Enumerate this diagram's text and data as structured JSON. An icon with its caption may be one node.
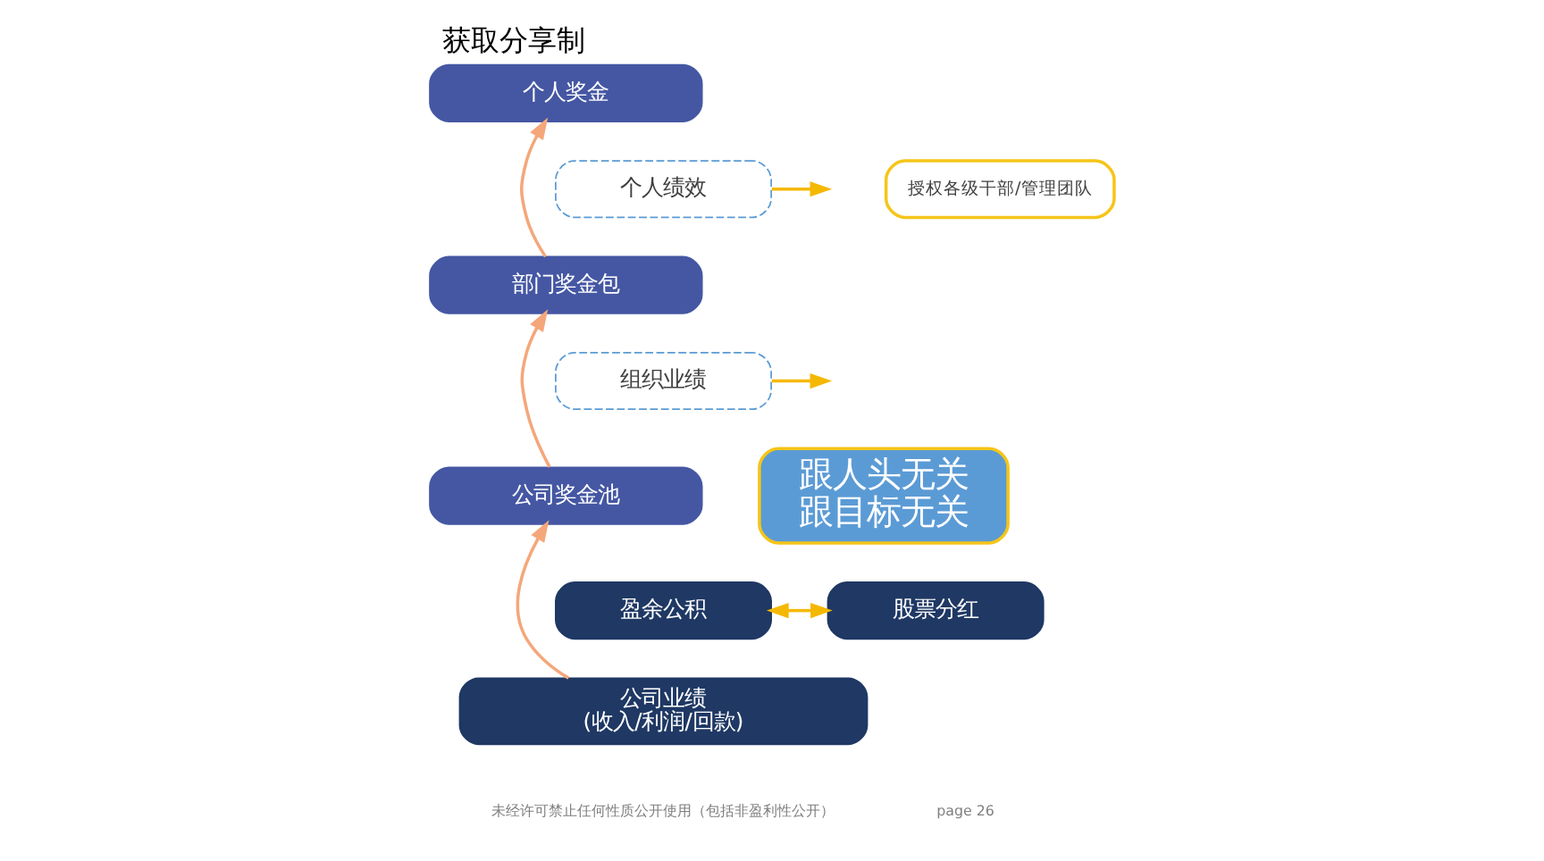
{
  "diagram": {
    "title": "获取分享制",
    "nodes": [
      {
        "text": [
          "个人奖金"
        ]
      },
      {
        "text": [
          "个人绩效"
        ]
      },
      {
        "text": [
          "授权各级干部/管理团队"
        ]
      },
      {
        "text": [
          "部门奖金包"
        ]
      },
      {
        "text": [
          "组织业绩"
        ]
      },
      {
        "text": [
          "跟人头无关",
          "跟目标无关"
        ]
      },
      {
        "text": [
          "公司奖金池"
        ]
      },
      {
        "text": [
          "盈余公积"
        ]
      },
      {
        "text": [
          "股票分红"
        ]
      },
      {
        "text": [
          "公司业绩",
          "(收入/利润/回款)"
        ]
      }
    ],
    "edges": [
      {
        "from": 9,
        "to": 6,
        "arrow": "to",
        "color": "#f4a77a"
      },
      {
        "from": 6,
        "to": 3,
        "arrow": "to",
        "color": "#f4a77a"
      },
      {
        "from": 3,
        "to": 0,
        "arrow": "to",
        "color": "#f4a77a"
      },
      {
        "from": 1,
        "to": null,
        "arrow": "to",
        "color": "#f5b800"
      },
      {
        "from": 4,
        "to": null,
        "arrow": "to",
        "color": "#f5b800"
      },
      {
        "from": 7,
        "to": 8,
        "arrow": "both",
        "color": "#f5b800"
      }
    ],
    "labels": [
      "未经许可禁止任何性质公开使用（包括非盈利性公开）",
      "page 26"
    ]
  }
}
